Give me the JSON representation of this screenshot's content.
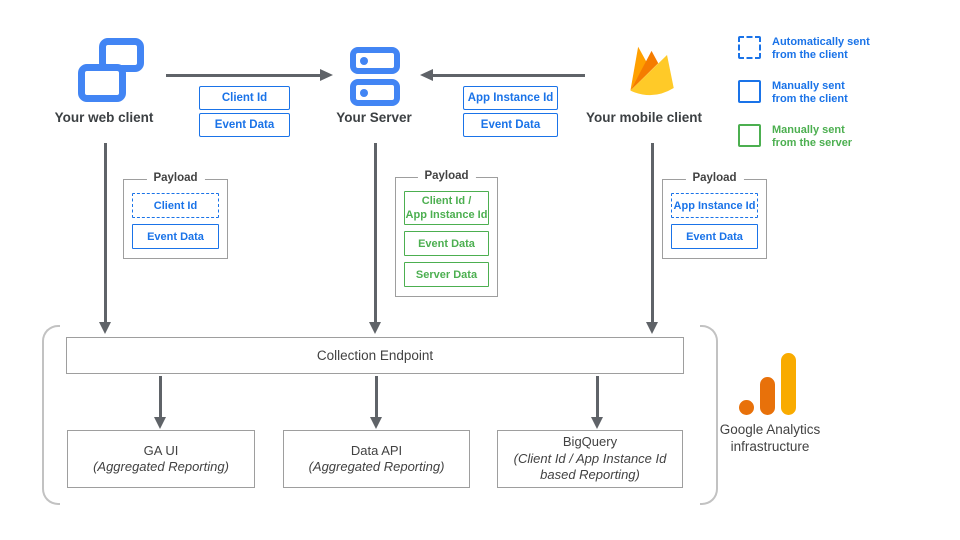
{
  "nodes": {
    "web_client": {
      "label": "Your web client"
    },
    "server": {
      "label": "Your Server"
    },
    "mobile_client": {
      "label": "Your mobile client"
    }
  },
  "arrows": {
    "web_to_server": {
      "params": [
        {
          "label": "Client Id"
        },
        {
          "label": "Event Data"
        }
      ]
    },
    "mobile_to_server": {
      "params": [
        {
          "label": "App Instance Id"
        },
        {
          "label": "Event Data"
        }
      ]
    }
  },
  "legend": [
    {
      "label": "Automatically sent\nfrom the client",
      "style": "dashed-blue"
    },
    {
      "label": "Manually sent\nfrom the client",
      "style": "solid-blue"
    },
    {
      "label": "Manually sent\nfrom the server",
      "style": "solid-green"
    }
  ],
  "payloads": {
    "web": {
      "title": "Payload",
      "items": [
        {
          "label": "Client Id",
          "style": "dashed-blue"
        },
        {
          "label": "Event Data",
          "style": "solid-blue"
        }
      ]
    },
    "server": {
      "title": "Payload",
      "items": [
        {
          "label": "Client Id /\nApp Instance Id",
          "style": "solid-green"
        },
        {
          "label": "Event Data",
          "style": "solid-green"
        },
        {
          "label": "Server Data",
          "style": "solid-green"
        }
      ]
    },
    "mobile": {
      "title": "Payload",
      "items": [
        {
          "label": "App Instance Id",
          "style": "dashed-blue"
        },
        {
          "label": "Event Data",
          "style": "solid-blue"
        }
      ]
    }
  },
  "infrastructure": {
    "collection_endpoint": "Collection Endpoint",
    "outputs": [
      {
        "title": "GA UI",
        "subtitle": "(Aggregated Reporting)"
      },
      {
        "title": "Data API",
        "subtitle": "(Aggregated Reporting)"
      },
      {
        "title": "BigQuery",
        "subtitle": "(Client Id / App Instance Id\nbased Reporting)"
      }
    ],
    "brand": {
      "line1": "Google Analytics",
      "line2": "infrastructure"
    }
  },
  "icons": {
    "web_client": "web-client-windows-icon",
    "server": "server-stack-icon",
    "mobile_client": "firebase-flame-icon",
    "infrastructure": "google-analytics-logo"
  },
  "colors": {
    "icon_blue": "#4285f4",
    "accent_blue": "#1a73e8",
    "accent_green": "#4caf50",
    "arrow_gray": "#5f6368",
    "border_gray": "#9e9e9e",
    "ga_orange": "#e8710a",
    "ga_amber": "#f9ab00"
  }
}
